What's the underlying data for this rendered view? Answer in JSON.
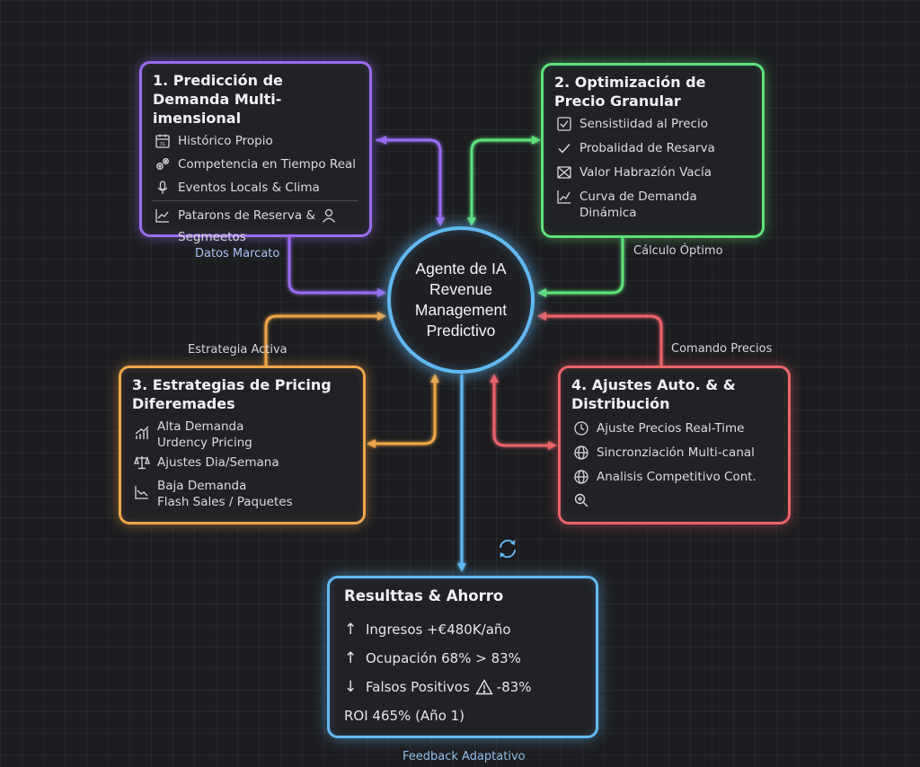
{
  "hub": {
    "text": "Agente de IA Revenue Management Predictivo"
  },
  "box1": {
    "title": "1. Predicción de Demanda Multi-imensional",
    "items": [
      {
        "icon": "calendar-icon",
        "text": "Histórico Propio"
      },
      {
        "icon": "gears-icon",
        "text": "Competencia en Tiempo Real"
      },
      {
        "icon": "microphone-icon",
        "text": "Eventos Locals & Clima"
      },
      {
        "icon": "chart-icon",
        "text": "Patarons de Reserva &"
      },
      {
        "icon": "user-icon",
        "text": "Segmeetos"
      }
    ]
  },
  "box2": {
    "title": "2. Optimización de Precio Granular",
    "items": [
      {
        "icon": "checkbox-icon",
        "text": "Sensistiidad al Precio"
      },
      {
        "icon": "check-icon",
        "text": "Probalidad de Resarva"
      },
      {
        "icon": "crossed-box-icon",
        "text": "Valor Habrazión Vacía"
      },
      {
        "icon": "line-chart-icon",
        "text": "Curva de Demanda Dinámica"
      }
    ]
  },
  "box3": {
    "title": "3. Estrategias de Pricing Diferemades",
    "items": [
      {
        "icon": "bar-trend-icon",
        "line1": "Alta Demanda",
        "line2": "Urdency Pricing"
      },
      {
        "icon": "scale-icon",
        "line1": "Ajustes Dia/Semana",
        "line2": ""
      },
      {
        "icon": "down-trend-icon",
        "line1": "Baja Demanda",
        "line2": "Flash Sales / Paquetes"
      }
    ]
  },
  "box4": {
    "title": "4. Ajustes Auto. & & Distribución",
    "items": [
      {
        "icon": "clock-icon",
        "text": "Ajuste Precios Real-Time"
      },
      {
        "icon": "globe-icon",
        "text": "Sincronziación Multi-canal"
      },
      {
        "icon": "globe-icon",
        "text": "Analisis Competitivo Cont."
      },
      {
        "icon": "search-icon",
        "text": ""
      }
    ]
  },
  "results": {
    "title": "Resulttas & Ahorro",
    "rows": [
      {
        "arrow": "↑",
        "text": "Ingresos +€480K/año"
      },
      {
        "arrow": "↑",
        "text": "Ocupación 68% > 83%"
      },
      {
        "arrow": "↓",
        "text": "Falsos Positivos",
        "text2": "-83%"
      }
    ],
    "roi": "ROI 465% (Año 1)"
  },
  "labels": {
    "datos": "Datos Marcato",
    "calculo": "Cálculo Óptimo",
    "estrategia": "Estrategia Activa",
    "comando": "Comando Precios",
    "feedback": "Feedback Adaptativo"
  },
  "colors": {
    "purple": "#9b6cf0",
    "green": "#5fe07a",
    "orange": "#f0a64a",
    "red": "#ec6468",
    "blue": "#62b8f2"
  }
}
